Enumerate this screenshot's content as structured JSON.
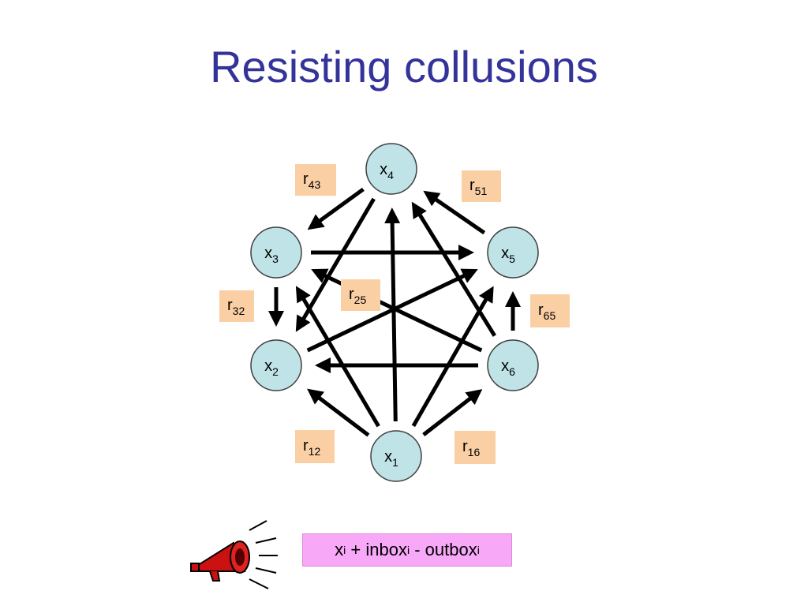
{
  "slide": {
    "title": "Resisting collusions"
  },
  "nodes": [
    {
      "id": "x4",
      "base": "x",
      "sub": "4"
    },
    {
      "id": "x3",
      "base": "x",
      "sub": "3"
    },
    {
      "id": "x5",
      "base": "x",
      "sub": "5"
    },
    {
      "id": "x2",
      "base": "x",
      "sub": "2"
    },
    {
      "id": "x6",
      "base": "x",
      "sub": "6"
    },
    {
      "id": "x1",
      "base": "x",
      "sub": "1"
    }
  ],
  "rates": [
    {
      "id": "r43",
      "base": "r",
      "sub": "43"
    },
    {
      "id": "r51",
      "base": "r",
      "sub": "51"
    },
    {
      "id": "r32",
      "base": "r",
      "sub": "32"
    },
    {
      "id": "r25",
      "base": "r",
      "sub": "25"
    },
    {
      "id": "r65",
      "base": "r",
      "sub": "65"
    },
    {
      "id": "r12",
      "base": "r",
      "sub": "12"
    },
    {
      "id": "r16",
      "base": "r",
      "sub": "16"
    }
  ],
  "edges": [
    {
      "from": "x4",
      "to": "x3"
    },
    {
      "from": "x5",
      "to": "x4"
    },
    {
      "from": "x3",
      "to": "x2"
    },
    {
      "from": "x6",
      "to": "x5"
    },
    {
      "from": "x1",
      "to": "x2"
    },
    {
      "from": "x1",
      "to": "x6"
    },
    {
      "from": "x3",
      "to": "x5"
    },
    {
      "from": "x6",
      "to": "x2"
    },
    {
      "from": "x4",
      "to": "x2"
    },
    {
      "from": "x6",
      "to": "x3"
    },
    {
      "from": "x2",
      "to": "x5"
    },
    {
      "from": "x1",
      "to": "x4"
    },
    {
      "from": "x1",
      "to": "x3"
    },
    {
      "from": "x1",
      "to": "x5"
    },
    {
      "from": "x6",
      "to": "x4"
    }
  ],
  "formula": {
    "x": "x",
    "x_sub": "i",
    "plus": " + ",
    "inbox": "inbox",
    "inbox_sub": "i",
    "minus": " - ",
    "outbox": "outbox",
    "outbox_sub": "i"
  },
  "icons": {
    "megaphone": "megaphone-icon"
  },
  "colors": {
    "title": "#333399",
    "node_fill": "#bfe3e6",
    "rate_fill": "#fbcfa4",
    "formula_fill": "#f7a8f7",
    "arrow": "#000000",
    "megaphone": "#cc1111"
  }
}
